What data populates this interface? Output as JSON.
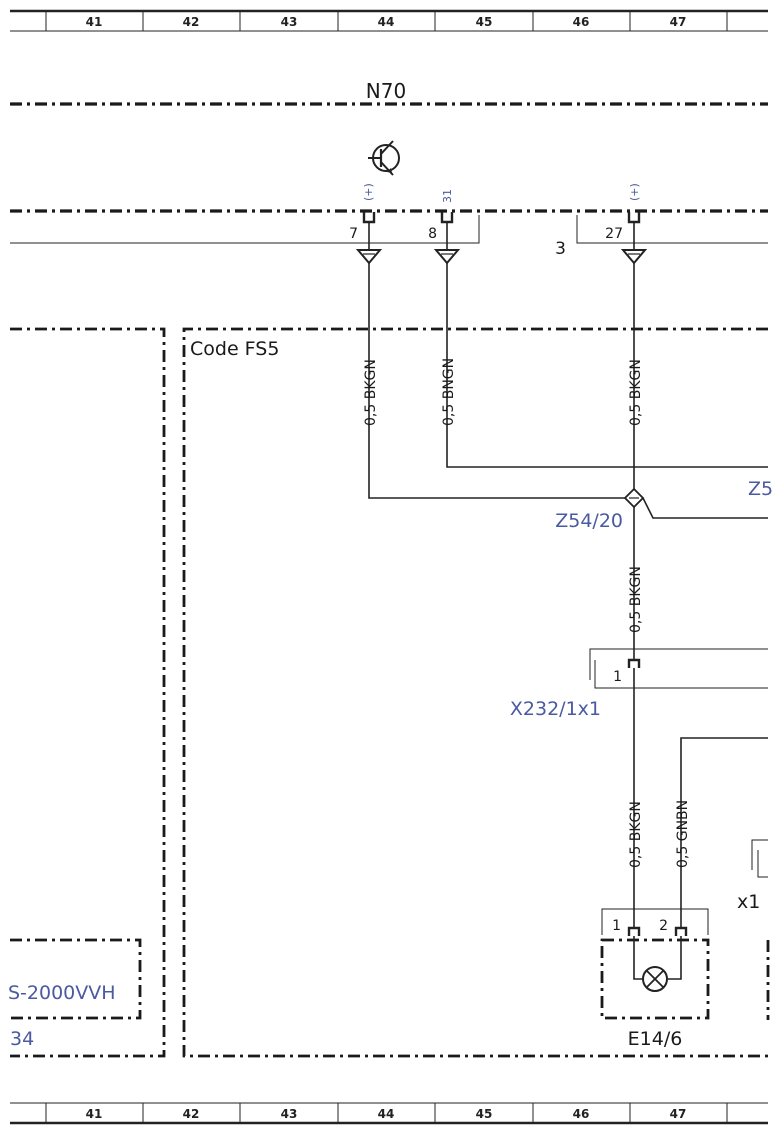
{
  "grid": {
    "columns": [
      "41",
      "42",
      "43",
      "44",
      "45",
      "46",
      "47"
    ]
  },
  "module": {
    "name": "N70"
  },
  "pins": {
    "p7": "7",
    "p8": "8",
    "p3": "3",
    "p27": "27",
    "plus_a": "(+)",
    "term_31": "31",
    "plus_b": "(+)"
  },
  "wires": {
    "w1": "0,5 BKGN",
    "w2": "0,5 BNGN",
    "w3": "0,5 BKGN",
    "w4": "0,5 BKGN",
    "w5": "0,5 BKGN",
    "w6": "0,5 GNBN"
  },
  "option_code": "Code FS5",
  "splices": {
    "z54_20": "Z54/20",
    "z5_partial": "Z5"
  },
  "connectors": {
    "x232": "X232/1x1",
    "x232_pin": "1",
    "x1_partial": "x1"
  },
  "lamp": {
    "name": "E14/6",
    "pin1": "1",
    "pin2": "2"
  },
  "left_partial": {
    "label1": "S-2000VVH",
    "label2": "34"
  },
  "colors": {
    "line": "#1a1a1a",
    "blue_label": "#4a5aa0"
  }
}
